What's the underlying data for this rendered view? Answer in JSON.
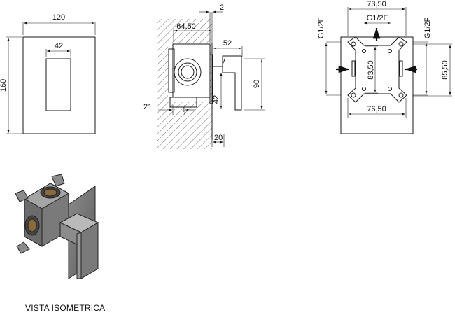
{
  "front_view": {
    "width": "120",
    "height": "160",
    "handle_width": "42"
  },
  "side_view": {
    "wall_offset": "2",
    "body_depth": "64,50",
    "handle_proj": "52",
    "handle_height": "90",
    "handle_width": "42",
    "bottom_offset": "21",
    "cover_thick": "20"
  },
  "rear_view": {
    "top_width": "73,50",
    "center_port": "G1/2F",
    "left_port": "G1/2F",
    "right_port": "G1/2F",
    "inner_height": "83,50",
    "outer_height": "85,50",
    "bottom_width": "76,50"
  },
  "iso_label": "VISTA ISOMETRICA"
}
